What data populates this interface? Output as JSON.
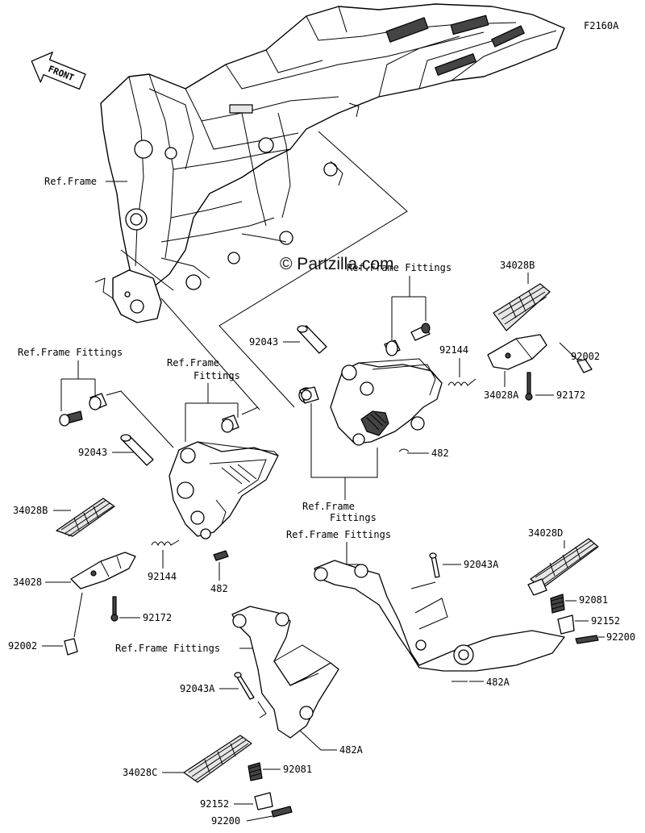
{
  "diagram_code": "F2160A",
  "front_label": "FRONT",
  "watermark": "© Partzilla.com",
  "labels": {
    "ref_frame": "Ref.Frame",
    "ref_frame_fittings": "Ref.Frame Fittings",
    "ref_frame_line1": "Ref.Frame",
    "fittings": "Fittings",
    "p34028": "34028",
    "p34028A": "34028A",
    "p34028B": "34028B",
    "p34028C": "34028C",
    "p34028D": "34028D",
    "p92002": "92002",
    "p92043": "92043",
    "p92043A": "92043A",
    "p92081": "92081",
    "p92144": "92144",
    "p92152": "92152",
    "p92172": "92172",
    "p92200": "92200",
    "p482": "482",
    "p482A": "482A"
  }
}
